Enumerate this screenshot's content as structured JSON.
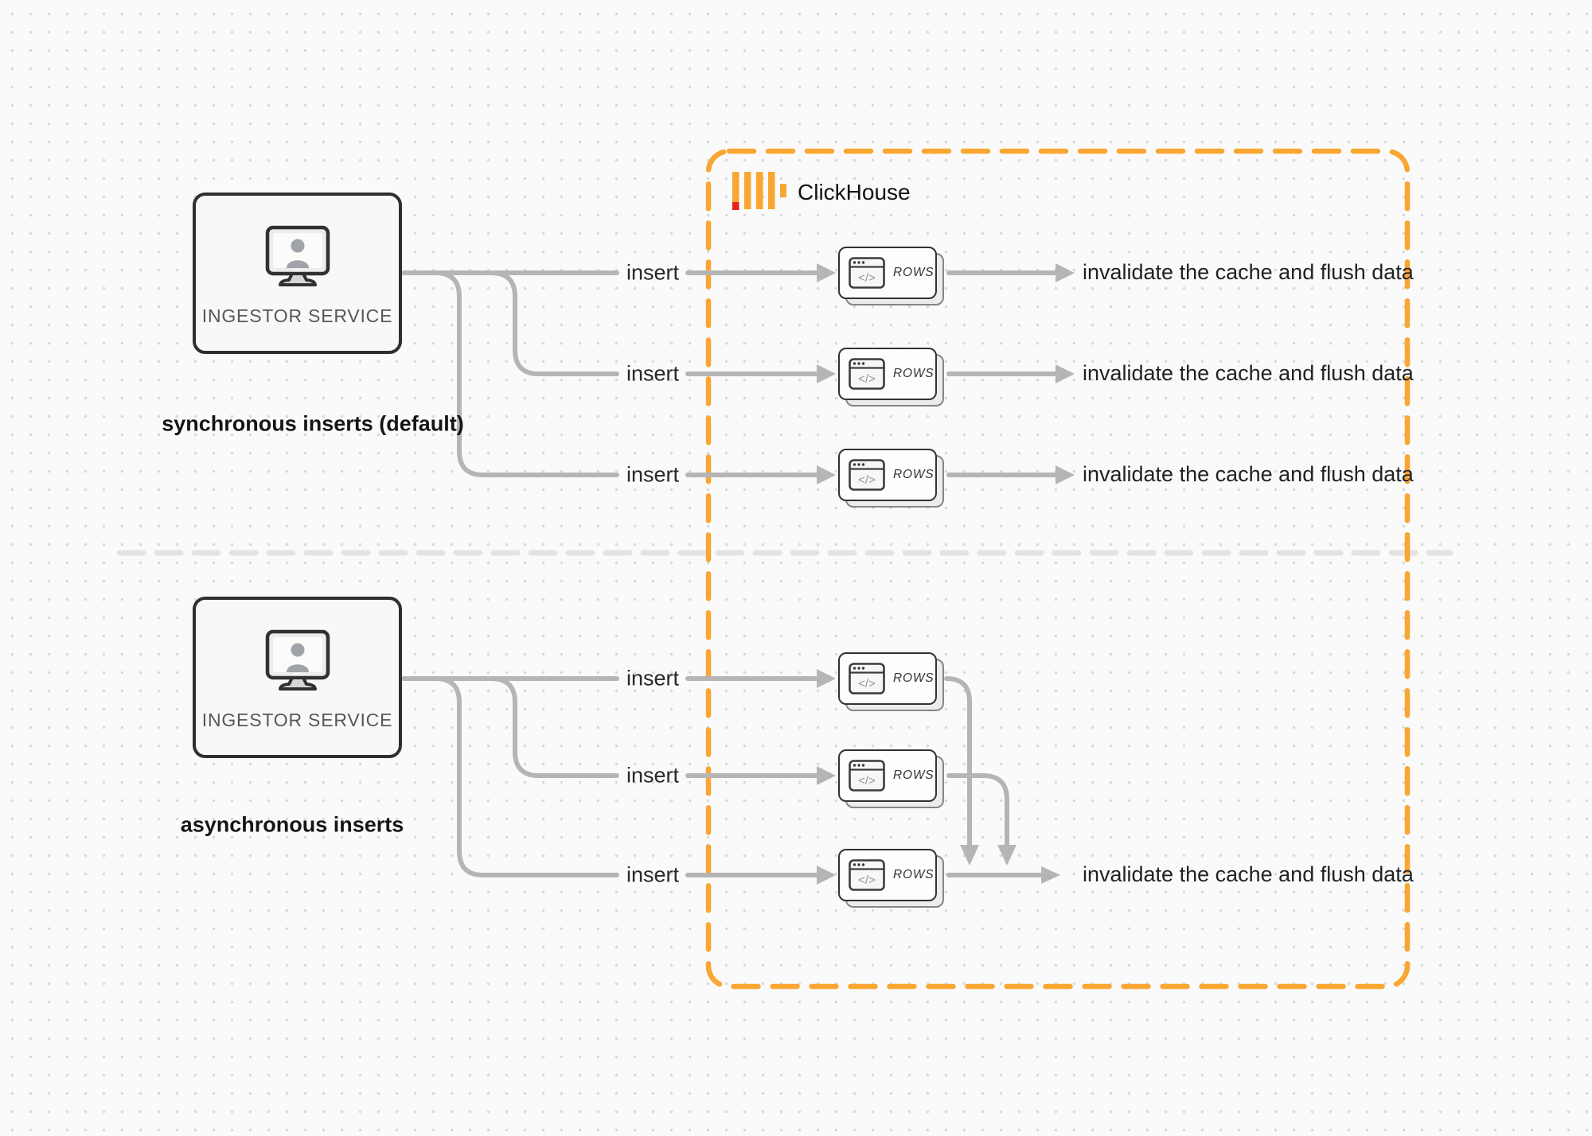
{
  "colors": {
    "accent_orange": "#F9A632",
    "logo_red": "#E5231D",
    "connector_gray": "#B5B5B5",
    "divider_gray": "#E3E3E3",
    "box_border_dark": "#2D2F31",
    "text_dark": "#1F2225"
  },
  "ingestor": {
    "label": "INGESTOR SERVICE"
  },
  "sections": {
    "sync_caption": "synchronous inserts (default)",
    "async_caption": "asynchronous inserts"
  },
  "clickhouse": {
    "title": "ClickHouse"
  },
  "labels": {
    "insert": "insert",
    "invalidate": "invalidate the cache and flush data",
    "rows": "ROWS",
    "code_glyph": "</>"
  }
}
